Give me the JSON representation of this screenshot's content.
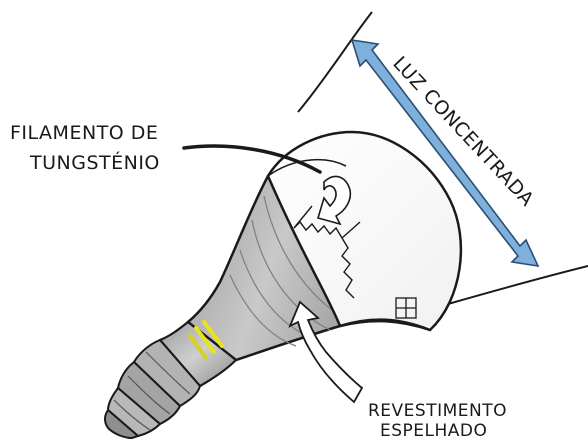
{
  "labels": {
    "filament_line1": "FILAMENTO DE",
    "filament_line2": "TUNGSTÉNIO",
    "light_label": "LUZ CONCENTRADA",
    "coating_line1": "REVESTIMENTO",
    "coating_line2": "ESPELHADO"
  },
  "colors": {
    "accent_arrow": "#7fb0dc",
    "filament": "#e9e21c",
    "bulb_shade": "#b9b9b9",
    "outline": "#1a1a1a"
  }
}
